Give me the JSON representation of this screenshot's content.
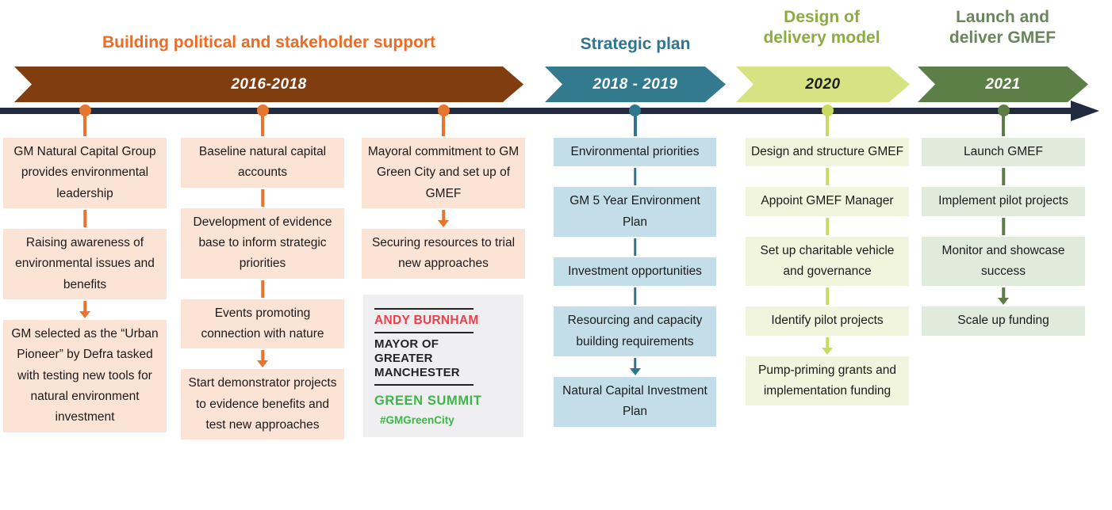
{
  "phases": [
    {
      "title": "Building political and stakeholder support",
      "header_color": "#ED6B23",
      "band_label": "2016-2018",
      "band_fill": "#7F3D10",
      "band_text_color": "#FFFFFF",
      "accent": "#E8752D",
      "box_fill": "#FBE3D5"
    },
    {
      "title": "Strategic plan",
      "header_color": "#2E7590",
      "band_label": "2018 - 2019",
      "band_fill": "#337A8E",
      "band_text_color": "#FFFFFF",
      "accent": "#2E7590",
      "box_fill": "#C3DEE9"
    },
    {
      "title": "Design of\ndelivery model",
      "header_color": "#8CAC3E",
      "band_label": "2020",
      "band_fill": "#D6E383",
      "band_text_color": "#1E1E1E",
      "accent": "#C9DB5F",
      "box_fill": "#F1F5DE"
    },
    {
      "title": "Launch and\ndeliver GMEF",
      "header_color": "#67865A",
      "band_label": "2021",
      "band_fill": "#5C7F47",
      "band_text_color": "#FFFFFF",
      "accent": "#5E7C46",
      "box_fill": "#E0EBDC"
    }
  ],
  "timeline": {
    "axis_color": "#222A40"
  },
  "columns": [
    {
      "phase": 0,
      "items": [
        {
          "type": "box",
          "text": "GM Natural Capital Group provides environmental leadership"
        },
        {
          "type": "connector",
          "arrow": false
        },
        {
          "type": "box",
          "text": "Raising awareness of environmental issues and benefits"
        },
        {
          "type": "connector",
          "arrow": true
        },
        {
          "type": "box",
          "text": "GM selected as the “Urban Pioneer” by Defra tasked with testing new tools for natural environment investment"
        }
      ]
    },
    {
      "phase": 0,
      "items": [
        {
          "type": "box",
          "text": "Baseline natural capital accounts"
        },
        {
          "type": "connector",
          "arrow": false
        },
        {
          "type": "box",
          "text": "Development of evidence base to inform strategic priorities"
        },
        {
          "type": "connector",
          "arrow": false
        },
        {
          "type": "box",
          "text": "Events promoting connection with nature"
        },
        {
          "type": "connector",
          "arrow": true
        },
        {
          "type": "box",
          "text": "Start demonstrator projects to evidence benefits and test new approaches"
        }
      ]
    },
    {
      "phase": 0,
      "items": [
        {
          "type": "box",
          "text": "Mayoral commitment to GM Green City and set up of GMEF"
        },
        {
          "type": "connector",
          "arrow": true
        },
        {
          "type": "box",
          "text": "Securing resources to trial new approaches"
        },
        {
          "type": "space"
        },
        {
          "type": "card"
        }
      ]
    },
    {
      "phase": 1,
      "items": [
        {
          "type": "box",
          "text": "Environmental priorities"
        },
        {
          "type": "connector",
          "arrow": false
        },
        {
          "type": "box",
          "text": "GM 5 Year Environment Plan"
        },
        {
          "type": "connector",
          "arrow": false
        },
        {
          "type": "box",
          "text": "Investment opportunities"
        },
        {
          "type": "connector",
          "arrow": false
        },
        {
          "type": "box",
          "text": "Resourcing and capacity building requirements"
        },
        {
          "type": "connector",
          "arrow": true
        },
        {
          "type": "box",
          "text": "Natural Capital Investment Plan"
        }
      ]
    },
    {
      "phase": 2,
      "items": [
        {
          "type": "box",
          "text": "Design and structure GMEF"
        },
        {
          "type": "connector",
          "arrow": false
        },
        {
          "type": "box",
          "text": "Appoint GMEF Manager"
        },
        {
          "type": "connector",
          "arrow": false
        },
        {
          "type": "box",
          "text": "Set up charitable vehicle and governance"
        },
        {
          "type": "connector",
          "arrow": false
        },
        {
          "type": "box",
          "text": "Identify pilot projects"
        },
        {
          "type": "connector",
          "arrow": true
        },
        {
          "type": "box",
          "text": "Pump-priming grants and implementation funding"
        }
      ]
    },
    {
      "phase": 3,
      "items": [
        {
          "type": "box",
          "text": "Launch GMEF"
        },
        {
          "type": "connector",
          "arrow": false
        },
        {
          "type": "box",
          "text": "Implement pilot projects"
        },
        {
          "type": "connector",
          "arrow": false
        },
        {
          "type": "box",
          "text": "Monitor and showcase success"
        },
        {
          "type": "connector",
          "arrow": true
        },
        {
          "type": "box",
          "text": "Scale up funding"
        }
      ]
    },
    {
      "phase": 3,
      "items": []
    }
  ],
  "card": {
    "title": "ANDY BURNHAM",
    "subtitle": "MAYOR OF\nGREATER\nMANCHESTER",
    "headline": "GREEN SUMMIT",
    "hashtag": "#GMGreenCity",
    "bg": "#EFEFF1",
    "title_color": "#E9404B",
    "text_color": "#232323",
    "green": "#3FB549",
    "rule_color": "#232323"
  }
}
